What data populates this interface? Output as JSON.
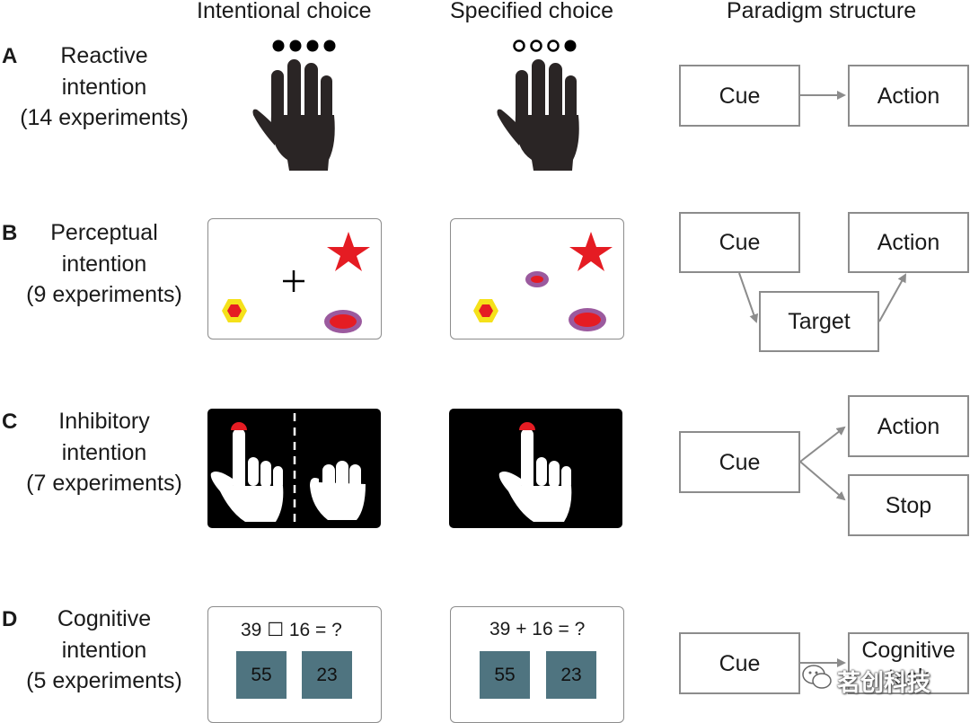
{
  "columns": {
    "intentional": "Intentional choice",
    "specified": "Specified choice",
    "paradigm": "Paradigm structure"
  },
  "rows": [
    {
      "letter": "A",
      "label": [
        "Reactive",
        "intention",
        "(14 experiments)"
      ]
    },
    {
      "letter": "B",
      "label": [
        "Perceptual",
        "intention",
        "(9 experiments)"
      ]
    },
    {
      "letter": "C",
      "label": [
        "Inhibitory",
        "intention",
        "(7 experiments)"
      ]
    },
    {
      "letter": "D",
      "label": [
        "Cognitive",
        "intention",
        "(5 experiments)"
      ]
    }
  ],
  "paradigm": {
    "a": {
      "cue": "Cue",
      "action": "Action"
    },
    "b": {
      "cue": "Cue",
      "action": "Action",
      "target": "Target"
    },
    "c": {
      "cue": "Cue",
      "action": "Action",
      "stop": "Stop"
    },
    "d": {
      "cue": "Cue",
      "task": "Cognitive task"
    }
  },
  "cognitive": {
    "intentional_equation": "39 ☐ 16 = ?",
    "specified_equation": "39 + 16 = ?",
    "options": [
      "55",
      "23"
    ]
  },
  "watermark": "茗创科技",
  "colors": {
    "red": "#e51c23",
    "yellow": "#f5e11a",
    "purple": "#9b5a9e",
    "tile": "#4f7480",
    "border": "#8c8c8c"
  }
}
